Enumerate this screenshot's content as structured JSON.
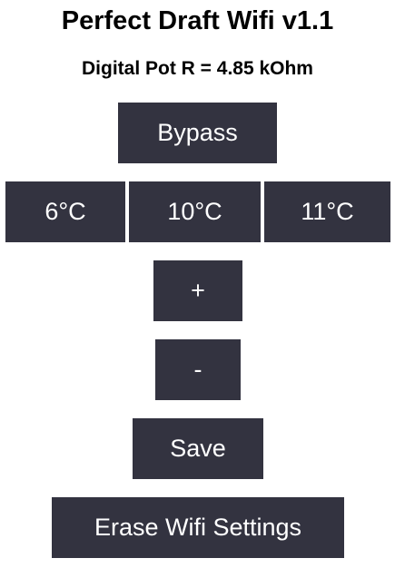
{
  "header": {
    "title": "Perfect Draft Wifi v1.1",
    "pot_reading": "Digital Pot R = 4.85 kOhm"
  },
  "controls": {
    "bypass_label": "Bypass",
    "temperatures": [
      "6°C",
      "10°C",
      "11°C"
    ],
    "increase_label": "+",
    "decrease_label": "-",
    "save_label": "Save",
    "erase_wifi_label": "Erase Wifi Settings"
  },
  "colors": {
    "button_background": "#333340",
    "button_text": "#ffffff",
    "page_background": "#ffffff"
  }
}
